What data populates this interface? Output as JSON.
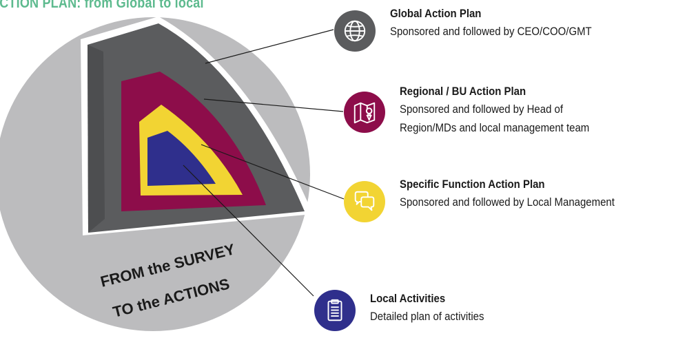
{
  "title": "ACTION PLAN: from Global to local",
  "core_caption": {
    "line1": "FROM the SURVEY",
    "line2": "TO the ACTIONS"
  },
  "levels": [
    {
      "title": "Global Action Plan",
      "description_lines": [
        "Sponsored and followed by CEO/COO/GMT"
      ],
      "icon": "globe-icon",
      "color": "#5b5c5e"
    },
    {
      "title": "Regional / BU Action Plan",
      "description_lines": [
        "Sponsored and followed by Head of",
        "Region/MDs and local management team"
      ],
      "icon": "map-pin-icon",
      "color": "#8d0d4a"
    },
    {
      "title": "Specific Function Action Plan",
      "description_lines": [
        "Sponsored and followed by Local Management"
      ],
      "icon": "chat-bubbles-icon",
      "color": "#f2d433"
    },
    {
      "title": "Local Activities",
      "description_lines": [
        "Detailed plan of activities"
      ],
      "icon": "clipboard-icon",
      "color": "#2f2f8c"
    }
  ]
}
